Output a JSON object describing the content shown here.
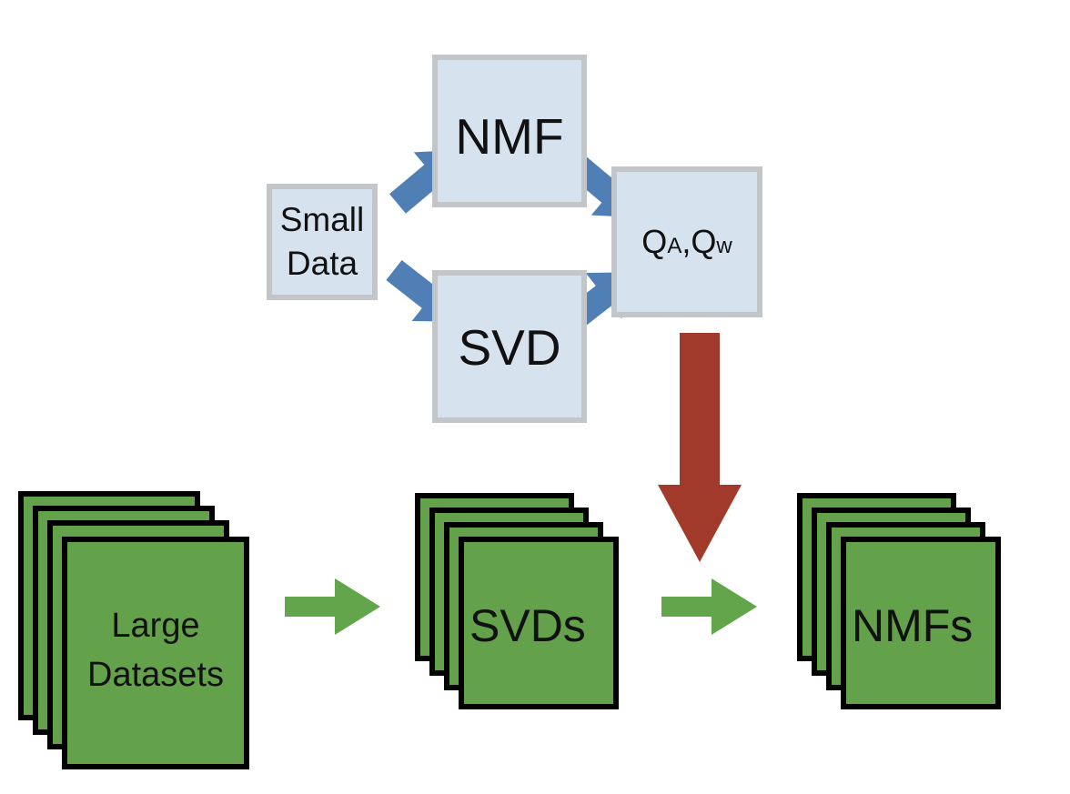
{
  "top_flow": {
    "input_lines": [
      "Small",
      "Data"
    ],
    "method_a": "NMF",
    "method_b": "SVD",
    "output": {
      "q_a_main": "Q",
      "q_a_sub": "A",
      "separator": ",",
      "q_w_main": "Q",
      "q_w_sub": "w"
    }
  },
  "bottom_flow": {
    "stack_1_lines": [
      "Large",
      "Datasets"
    ],
    "stack_2": "SVDs",
    "stack_3": "NMFs"
  },
  "colors": {
    "box_fill": "#d6e3ef",
    "box_border": "#c3c6c9",
    "blue_arrow": "#4f7fb5",
    "red_arrow": "#a23a2c",
    "green_sheet": "#63a14a",
    "green_arrow": "#62a54a",
    "sheet_border": "#000000"
  },
  "icons": [
    "arrow-right-blue-icon",
    "arrow-down-red-icon",
    "arrow-right-green-icon"
  ]
}
